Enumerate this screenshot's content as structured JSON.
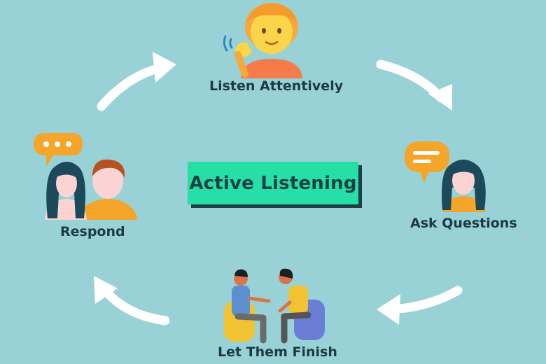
{
  "center": {
    "title": "Active Listening"
  },
  "steps": [
    {
      "label": "Listen Attentively",
      "icon": "listening-person-icon"
    },
    {
      "label": "Ask Questions",
      "icon": "woman-speech-bubble-icon"
    },
    {
      "label": "Let Them Finish",
      "icon": "two-people-conversation-icon"
    },
    {
      "label": "Respond",
      "icon": "two-people-chat-icon"
    }
  ],
  "colors": {
    "background": "#99d2d6",
    "center_box": "#26dfa6",
    "center_shadow": "#1d4046",
    "text": "#1d3a40",
    "arrow": "#ffffff",
    "bubble": "#f4a52a"
  }
}
